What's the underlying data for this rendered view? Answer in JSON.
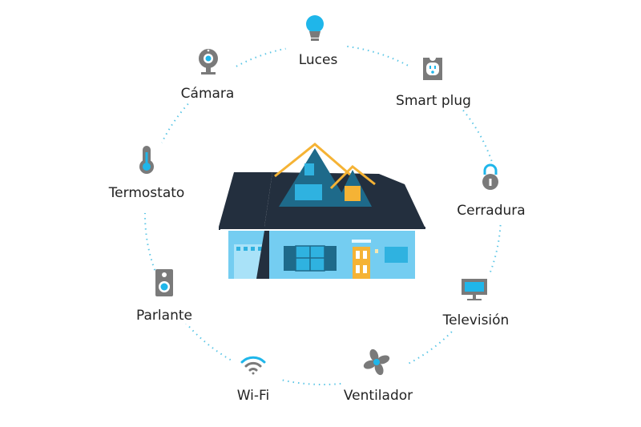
{
  "colors": {
    "dots": "#5cc6e6",
    "icon_gray": "#7a7a7a",
    "accent_blue": "#1fb6ea",
    "roof": "#232f3e",
    "wall": "#74cdf1",
    "gable": "#1e6a8a",
    "gold": "#f5b335"
  },
  "devices": [
    {
      "label": "Luces",
      "icon": "lightbulb-icon"
    },
    {
      "label": "Smart plug",
      "icon": "smart-plug-icon"
    },
    {
      "label": "Cerradura",
      "icon": "padlock-icon"
    },
    {
      "label": "Televisión",
      "icon": "television-icon"
    },
    {
      "label": "Ventilador",
      "icon": "fan-icon"
    },
    {
      "label": "Wi-Fi",
      "icon": "wifi-icon"
    },
    {
      "label": "Parlante",
      "icon": "speaker-icon"
    },
    {
      "label": "Termostato",
      "icon": "thermometer-icon"
    },
    {
      "label": "Cámara",
      "icon": "camera-icon"
    }
  ]
}
